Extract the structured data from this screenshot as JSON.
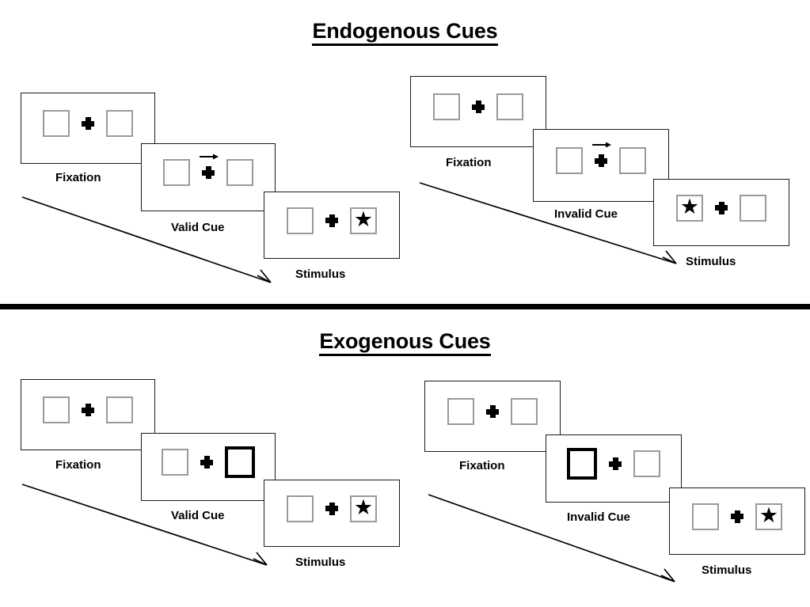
{
  "figure": {
    "sections": [
      {
        "id": "endogenous",
        "title": "Endogenous Cues",
        "sequences": [
          {
            "id": "endogenous-valid",
            "panels": [
              {
                "id": "fixation",
                "caption": "Fixation",
                "cue_type": "none",
                "left_box": "empty",
                "right_box": "empty",
                "arrow": "none"
              },
              {
                "id": "valid-cue",
                "caption": "Valid Cue",
                "cue_type": "arrow",
                "left_box": "empty",
                "right_box": "empty",
                "arrow": "right-arrow-icon"
              },
              {
                "id": "stimulus",
                "caption": "Stimulus",
                "cue_type": "none",
                "left_box": "empty",
                "right_box": "star",
                "arrow": "none"
              }
            ],
            "time_arrow": "down-right-arrow-icon"
          },
          {
            "id": "endogenous-invalid",
            "panels": [
              {
                "id": "fixation",
                "caption": "Fixation",
                "cue_type": "none",
                "left_box": "empty",
                "right_box": "empty",
                "arrow": "none"
              },
              {
                "id": "invalid-cue",
                "caption": "Invalid Cue",
                "cue_type": "arrow",
                "left_box": "empty",
                "right_box": "empty",
                "arrow": "right-arrow-icon"
              },
              {
                "id": "stimulus",
                "caption": "Stimulus",
                "cue_type": "none",
                "left_box": "star",
                "right_box": "empty",
                "arrow": "none"
              }
            ],
            "time_arrow": "down-right-arrow-icon"
          }
        ]
      },
      {
        "id": "exogenous",
        "title": "Exogenous Cues",
        "sequences": [
          {
            "id": "exogenous-valid",
            "panels": [
              {
                "id": "fixation",
                "caption": "Fixation",
                "cue_type": "none",
                "left_box": "empty",
                "right_box": "empty",
                "arrow": "none"
              },
              {
                "id": "valid-cue",
                "caption": "Valid Cue",
                "cue_type": "box-flash",
                "left_box": "empty",
                "right_box": "highlight",
                "arrow": "none"
              },
              {
                "id": "stimulus",
                "caption": "Stimulus",
                "cue_type": "none",
                "left_box": "empty",
                "right_box": "star",
                "arrow": "none"
              }
            ],
            "time_arrow": "down-right-arrow-icon"
          },
          {
            "id": "exogenous-invalid",
            "panels": [
              {
                "id": "fixation",
                "caption": "Fixation",
                "cue_type": "none",
                "left_box": "empty",
                "right_box": "empty",
                "arrow": "none"
              },
              {
                "id": "invalid-cue",
                "caption": "Invalid Cue",
                "cue_type": "box-flash",
                "left_box": "highlight",
                "right_box": "empty",
                "arrow": "none"
              },
              {
                "id": "stimulus",
                "caption": "Stimulus",
                "cue_type": "none",
                "left_box": "empty",
                "right_box": "star",
                "arrow": "none"
              }
            ],
            "time_arrow": "down-right-arrow-icon"
          }
        ]
      }
    ],
    "glyphs": {
      "star": "★",
      "fixation_cross": "plus-cross-icon"
    },
    "colors": {
      "background": "#ffffff",
      "ink": "#000000",
      "panel_border": "#1a1a1a",
      "box_border": "#9a9a9a",
      "cue_highlight": "#000000",
      "divider": "#000000"
    }
  }
}
